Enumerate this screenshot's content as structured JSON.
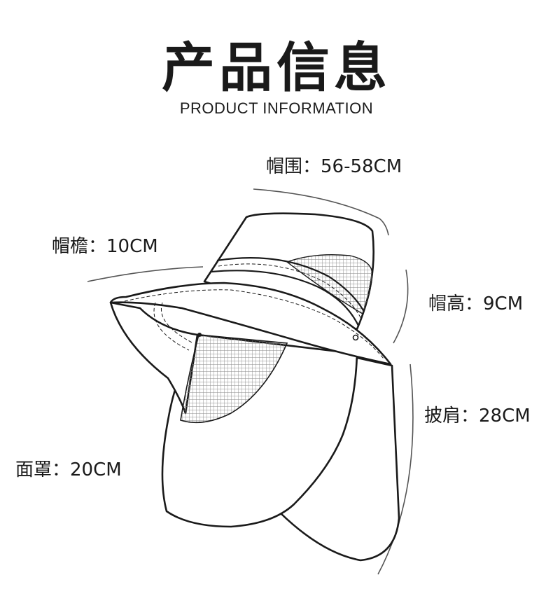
{
  "header": {
    "title": "产品信息",
    "subtitle": "PRODUCT INFORMATION"
  },
  "specs": {
    "circumference": "帽围：56-58CM",
    "brim": "帽檐：10CM",
    "height": "帽高：9CM",
    "cape": "披肩：28CM",
    "mask": "面罩：20CM"
  },
  "colors": {
    "line": "#1a1a1a",
    "mesh": "#9a9a9a",
    "guide": "#555555"
  }
}
